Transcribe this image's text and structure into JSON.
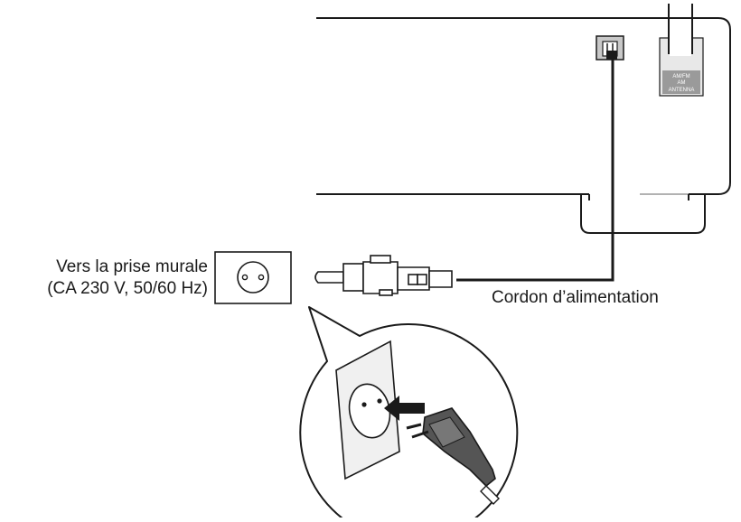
{
  "labels": {
    "wall_outlet_line1": "Vers la prise murale",
    "wall_outlet_line2": "(CA 230 V, 50/60 Hz)",
    "power_cord": "Cordon d’alimentation",
    "antenna_terminal_lettering": [
      "AM/FM",
      "AM",
      "ANTENNA"
    ]
  },
  "icons": {
    "wall_outlet": "wall-outlet-icon",
    "plug": "power-plug-icon",
    "arrow": "insert-arrow-icon"
  },
  "colors": {
    "line": "#1a1a1a",
    "fill_gray": "#d9d9d9",
    "dark_gray": "#555555"
  }
}
